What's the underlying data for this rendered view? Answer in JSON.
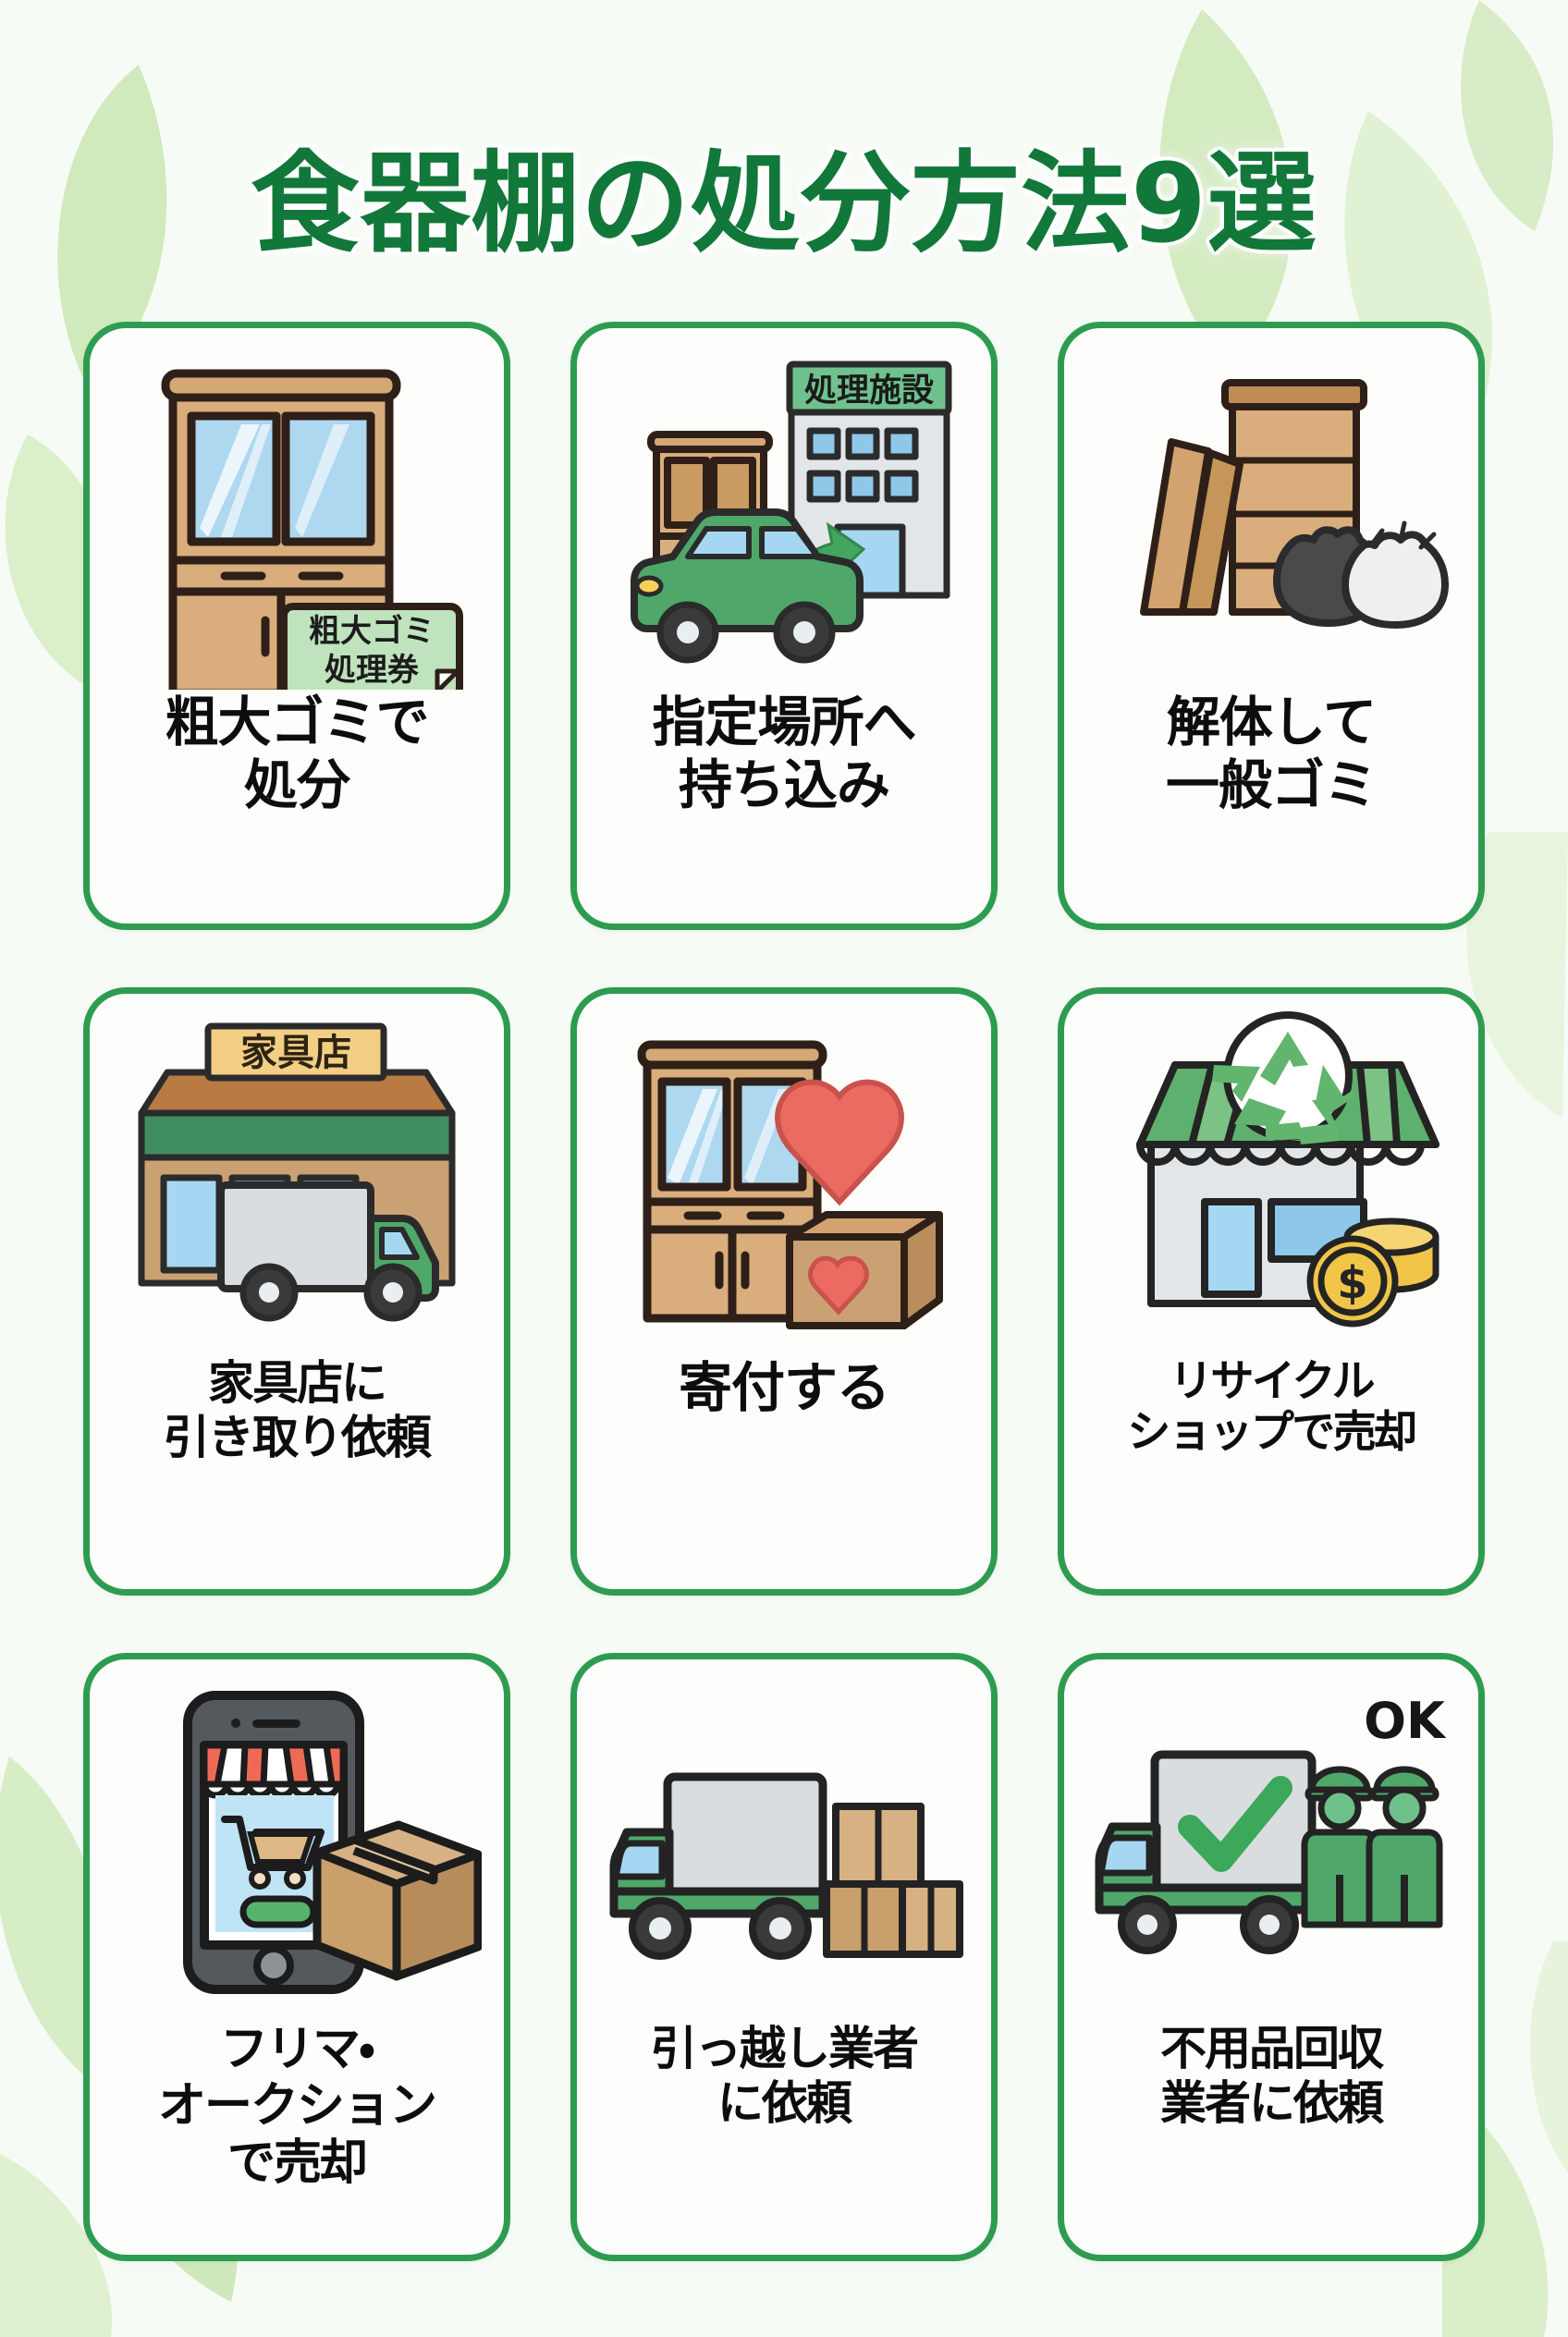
{
  "page": {
    "title": "食器棚の処分方法9選",
    "background_color": "#f4f9f2",
    "accent_color": "#2e9c50",
    "title_color": "#11783a",
    "label_color": "#0d0d0d",
    "leaf_color": "#cfe8bd"
  },
  "cards": [
    {
      "id": 1,
      "label": "粗大ゴミで\n処分",
      "icon": "cupboard-with-bulky-waste-ticket-icon",
      "tag_text": "粗大ゴミ\n処理券",
      "tag_line1": "粗大ゴミ",
      "tag_line2": "処理券",
      "tag_color": "#bfe3bd"
    },
    {
      "id": 2,
      "label": "指定場所へ\n持ち込み",
      "icon": "car-carrying-cupboard-to-facility-icon",
      "sign_text": "処理施設",
      "sign_color": "#6fc28e"
    },
    {
      "id": 3,
      "label": "解体して\n一般ゴミ",
      "icon": "dismantled-boards-and-garbage-bags-icon"
    },
    {
      "id": 4,
      "label": "家具店に\n引き取り依頼",
      "icon": "furniture-store-with-truck-icon",
      "sign_text": "家具店",
      "sign_color": "#f3cf85"
    },
    {
      "id": 5,
      "label": "寄付する",
      "icon": "cupboard-heart-donation-box-icon"
    },
    {
      "id": 6,
      "label": "リサイクル\nショップで売却",
      "icon": "recycle-shop-with-coins-icon",
      "coin_symbol": "$"
    },
    {
      "id": 7,
      "label": "フリマ・\nオークション\nで売却",
      "icon": "smartphone-marketplace-with-parcel-icon"
    },
    {
      "id": 8,
      "label": "引っ越し業者\nに依頼",
      "icon": "moving-truck-with-boxes-icon"
    },
    {
      "id": 9,
      "label": "不用品回収\n業者に依頼",
      "icon": "waste-collection-truck-with-workers-icon",
      "badge_text": "OK"
    }
  ]
}
